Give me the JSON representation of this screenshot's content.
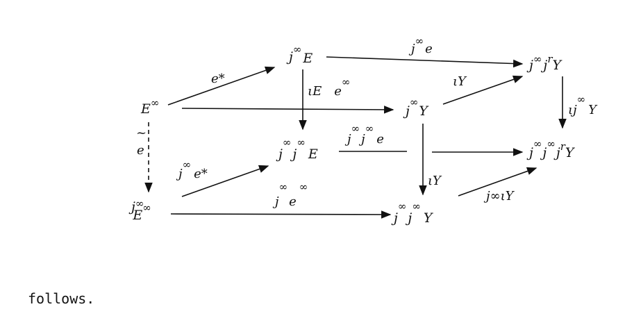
{
  "nodes": {
    "E_inf": {
      "base": "E",
      "sup": "∞"
    },
    "jE": {
      "base": "j",
      "sup": "∞",
      "rest": "E"
    },
    "jjrY": {
      "base": "j",
      "sup": "∞",
      "rest": "j",
      "sup2": "r",
      "rest2": "Y"
    },
    "jY": {
      "base": "j",
      "sup": "∞",
      "rest": "Y"
    },
    "jjE": {
      "base": "j",
      "sup": "∞",
      "rest": "j",
      "sup2": "∞",
      "rest2": "E"
    },
    "jjjrY": {
      "base": "j",
      "sup": "∞",
      "rest": "j",
      "sup2": "∞",
      "rest2": "j",
      "sup3": "r",
      "rest3": "Y"
    },
    "jE_inf": {
      "base": "j",
      "sup": "∞",
      "rest": "E",
      "sup2": "∞"
    },
    "jjY": {
      "base": "j",
      "sup": "∞",
      "rest": "j",
      "sup2": "∞",
      "rest2": "Y"
    }
  },
  "edges": {
    "e_star": "e*",
    "j_e": {
      "base": "j",
      "sup": "∞",
      "rest": "e"
    },
    "iota_E_e": {
      "iota": "ι",
      "sub": "E",
      "e": "e",
      "sup": "∞"
    },
    "iota_Y_top": "ιY",
    "iota_j_Y": {
      "iota": "ι",
      "base": "j",
      "sup": "∞",
      "rest": "Y"
    },
    "e_tilde": "e",
    "tilde": "~",
    "jj_e": {
      "base": "j",
      "sup": "∞",
      "rest": "j",
      "sup2": "∞",
      "rest2": "e"
    },
    "j_e_star": {
      "base": "j",
      "sup": "∞",
      "rest": "e*"
    },
    "iota_Y_mid": "ιY",
    "j_e_inf": {
      "base": "j",
      "sup": "∞",
      "rest": "e",
      "sup2": "∞"
    },
    "j_iota_Y": "j∞ιY"
  },
  "footer_text": "follows."
}
